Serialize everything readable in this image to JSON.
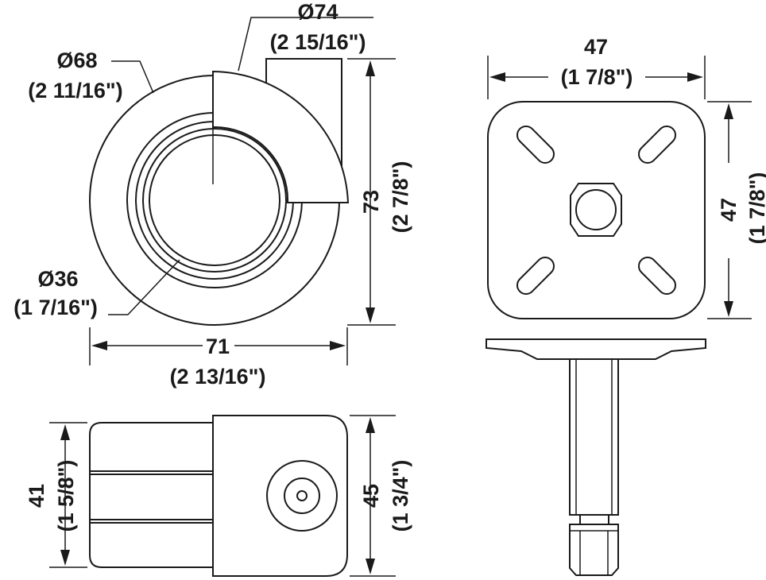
{
  "dimensions": {
    "outer_diameter": {
      "mm": "Ø74",
      "inch": "(2 15/16\")"
    },
    "wheel_diameter": {
      "mm": "Ø68",
      "inch": "(2 11/16\")"
    },
    "hub_diameter": {
      "mm": "Ø36",
      "inch": "(1 7/16\")"
    },
    "total_height": {
      "mm": "73",
      "inch": "(2 7/8\")"
    },
    "side_width": {
      "mm": "71",
      "inch": "(2 13/16\")"
    },
    "plate_width": {
      "mm": "47",
      "inch": "(1 7/8\")"
    },
    "plate_depth": {
      "mm": "47",
      "inch": "(1 7/8\")"
    },
    "wheel_width": {
      "mm": "41",
      "inch": "(1 5/8\")"
    },
    "housing_width": {
      "mm": "45",
      "inch": "(1 3/4\")"
    }
  },
  "colors": {
    "line": "#1a1a1a",
    "background": "#ffffff"
  }
}
